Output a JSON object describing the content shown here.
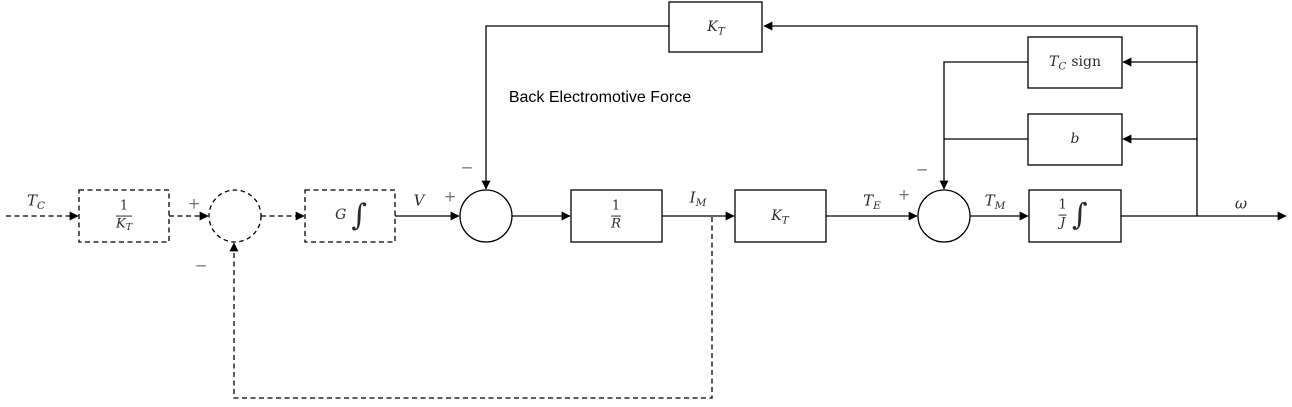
{
  "annotation": {
    "back_emf": "Back Electromotive Force"
  },
  "signals": {
    "tc": {
      "base": "T",
      "sub": "C"
    },
    "v": {
      "base": "V"
    },
    "im": {
      "base": "I",
      "sub": "M"
    },
    "te": {
      "base": "T",
      "sub": "E"
    },
    "tm": {
      "base": "T",
      "sub": "M"
    },
    "omega": {
      "base": "ω"
    }
  },
  "signs": {
    "plus": "+",
    "minus": "−"
  },
  "blocks": {
    "inv_kt": {
      "num": "1",
      "den_base": "K",
      "den_sub": "T"
    },
    "g_int": {
      "gain": "G",
      "integral": "∫"
    },
    "inv_r": {
      "num": "1",
      "den_base": "R"
    },
    "kt": {
      "base": "K",
      "sub": "T"
    },
    "inertia": {
      "num": "1",
      "den_base": "J",
      "integral": "∫"
    },
    "kt_top": {
      "base": "K",
      "sub": "T"
    },
    "tc_sign": {
      "base": "T",
      "sub": "C",
      "suffix": "sign"
    },
    "b": {
      "base": "b"
    }
  },
  "colors": {
    "line": "#000000",
    "background": "#ffffff",
    "sign_gray": "#707070",
    "text": "#2b2b2b"
  }
}
